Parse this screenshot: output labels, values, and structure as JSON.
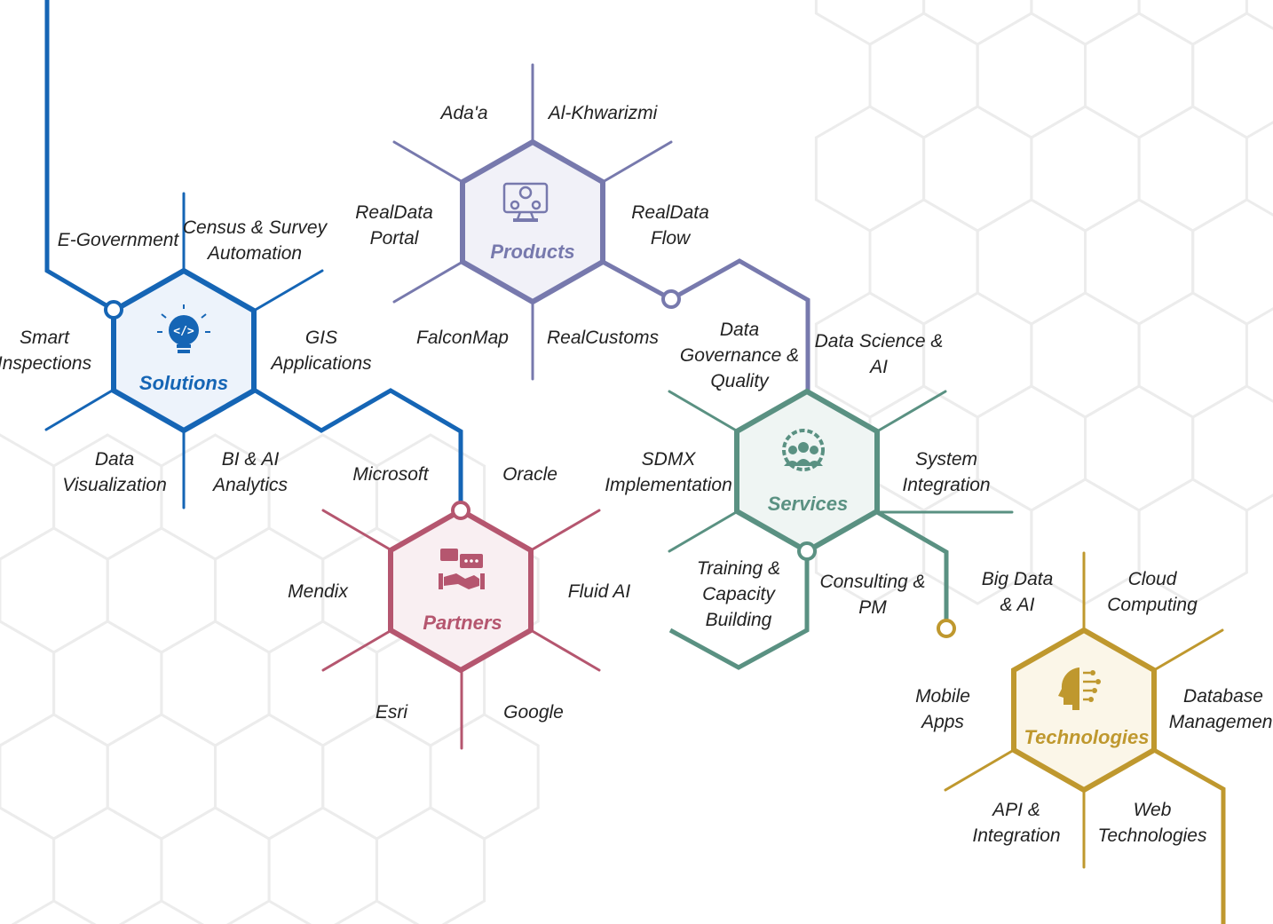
{
  "colors": {
    "solutions": "#1565b5",
    "products": "#7779ad",
    "services": "#5a9182",
    "partners": "#b5566f",
    "technologies": "#bf982e",
    "background_hex": "#ececec"
  },
  "hubs": {
    "solutions": {
      "title": "Solutions",
      "icon": "lightbulb-code-icon",
      "labels": [
        [
          "E-Government"
        ],
        [
          "Census & Survey",
          "Automation"
        ],
        [
          "Smart",
          "Inspections"
        ],
        [
          "GIS",
          "Applications"
        ],
        [
          "Data",
          "Visualization"
        ],
        [
          "BI & AI",
          "Analytics"
        ]
      ]
    },
    "products": {
      "title": "Products",
      "icon": "monitor-gear-icon",
      "labels": [
        [
          "Ada'a"
        ],
        [
          "Al-Khwarizmi"
        ],
        [
          "RealData",
          "Portal"
        ],
        [
          "RealData",
          "Flow"
        ],
        [
          "FalconMap"
        ],
        [
          "RealCustoms"
        ]
      ]
    },
    "services": {
      "title": "Services",
      "icon": "team-gear-icon",
      "labels": [
        [
          "Data",
          "Governance &",
          "Quality"
        ],
        [
          "Data Science &",
          "AI"
        ],
        [
          "SDMX",
          "Implementation"
        ],
        [
          "System",
          "Integration"
        ],
        [
          "Training &",
          "Capacity",
          "Building"
        ],
        [
          "Consulting &",
          "PM"
        ]
      ]
    },
    "partners": {
      "title": "Partners",
      "icon": "handshake-chat-icon",
      "labels": [
        [
          "Microsoft"
        ],
        [
          "Oracle"
        ],
        [
          "Mendix"
        ],
        [
          "Fluid AI"
        ],
        [
          "Esri"
        ],
        [
          "Google"
        ]
      ]
    },
    "technologies": {
      "title": "Technologies",
      "icon": "ai-head-circuit-icon",
      "labels": [
        [
          "Big Data",
          "& AI"
        ],
        [
          "Cloud",
          "Computing"
        ],
        [
          "Mobile",
          "Apps"
        ],
        [
          "Database",
          "Management"
        ],
        [
          "API &",
          "Integration"
        ],
        [
          "Web",
          "Technologies"
        ]
      ]
    }
  }
}
